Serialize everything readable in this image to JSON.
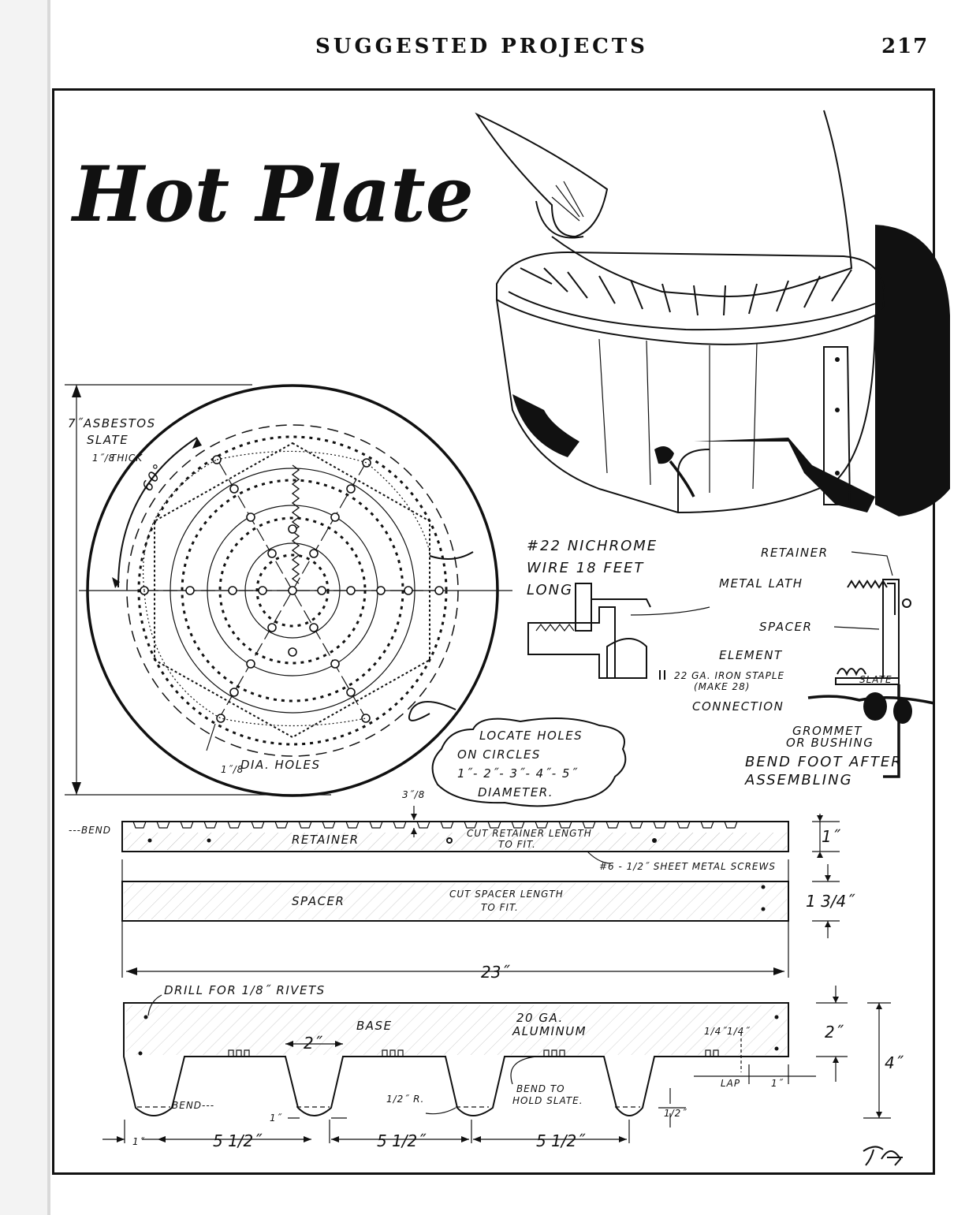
{
  "header": {
    "running_title": "SUGGESTED PROJECTS",
    "page_number": "217"
  },
  "title": "Hot Plate",
  "disc": {
    "slate_line1": "7˝ASBESTOS",
    "slate_line2": "SLATE",
    "slate_frac": "1˝/8",
    "slate_line3": "THICK",
    "angle": "60°",
    "holes_note": "DIA. HOLES",
    "holes_frac": "1˝/8"
  },
  "nichrome": {
    "line1": "#22 NICHROME",
    "line2": "WIRE 18 FEET",
    "line3": "LONG"
  },
  "locate": {
    "line1": "LOCATE HOLES",
    "line2": "ON CIRCLES",
    "line3": "1˝- 2˝- 3˝- 4˝- 5˝",
    "line4": "DIAMETER."
  },
  "section": {
    "retainer": "RETAINER",
    "metal_lath": "METAL LATH",
    "spacer": "SPACER",
    "element": "ELEMENT",
    "staple_line1": "22 GA. IRON STAPLE",
    "staple_line2": "(MAKE 28)",
    "slate": "SLATE",
    "connection": "CONNECTION",
    "grommet_line1": "GROMMET",
    "grommet_line2": "OR BUSHING",
    "bend_line1": "BEND FOOT AFTER",
    "bend_line2": "ASSEMBLING"
  },
  "retainer_strip": {
    "bend": "---BEND",
    "label": "RETAINER",
    "cut_line1": "CUT RETAINER LENGTH",
    "cut_line2": "TO FIT.",
    "notch": "3˝/8",
    "height": "1˝",
    "screws": "#6 - 1/2˝ SHEET METAL SCREWS"
  },
  "spacer_strip": {
    "label": "SPACER",
    "cut_line1": "CUT SPACER LENGTH",
    "cut_line2": "TO FIT.",
    "height": "1 3/4˝"
  },
  "overall_length": "23˝",
  "base": {
    "drill": "DRILL FOR 1/8˝ RIVETS",
    "label": "BASE",
    "material_line1": "20 GA.",
    "material_line2": "ALUMINUM",
    "width_2": "2˝",
    "upper_height": "2˝",
    "total_height": "4˝",
    "bend": "BEND---",
    "radius": "1/2˝ R.",
    "bend_hold_line1": "BEND TO",
    "bend_hold_line2": "HOLD SLATE.",
    "foot_width": "1˝",
    "lap": "LAP",
    "lap_width": "1˝",
    "half": "1/2˝",
    "quarter1": "1/4˝",
    "quarter2": "1/4˝",
    "edge": "1˝",
    "spacing1": "5 1/2˝",
    "spacing2": "5 1/2˝",
    "spacing3": "5 1/2˝"
  }
}
